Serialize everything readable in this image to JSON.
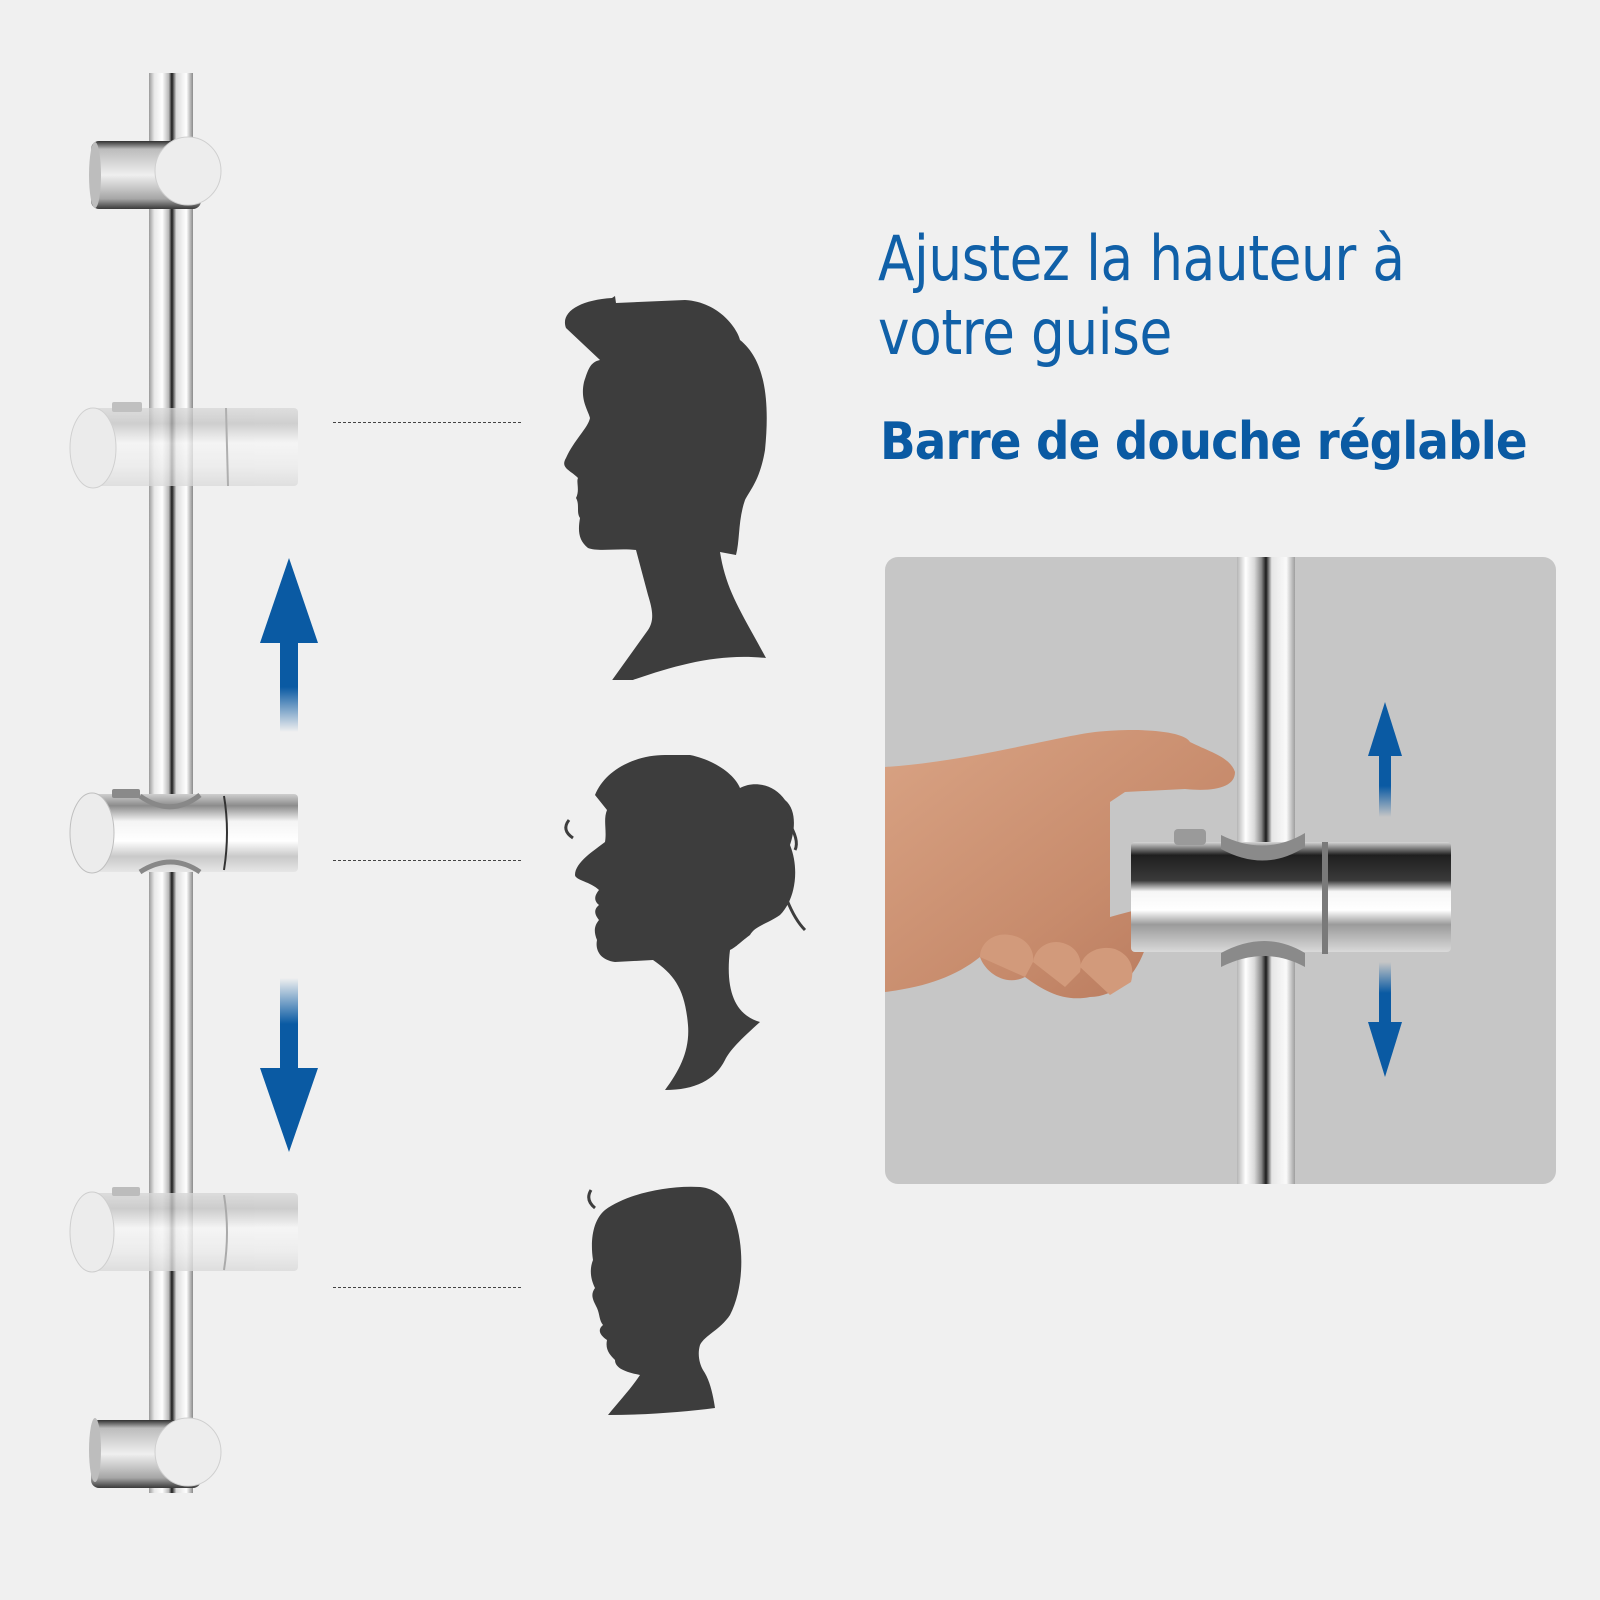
{
  "headline": {
    "line1": "Ajustez la hauteur à",
    "line2": "votre guise"
  },
  "subheadline": "Barre de douche réglable",
  "colors": {
    "background": "#f0f0f0",
    "accent_blue": "#0a5aa3",
    "silhouette": "#3d3d3d",
    "panel": "#c6c6c6"
  },
  "illustration": {
    "shower_bar": "shower-rail-with-3-adjustable-holders",
    "arrows": [
      "arrow-up-icon",
      "arrow-down-icon"
    ],
    "silhouettes": [
      "adult-man",
      "adult-woman",
      "child"
    ],
    "height_markers": 3
  },
  "detail_panel": {
    "content": "hand-adjusting-slider-on-rail",
    "arrows": [
      "arrow-up-icon",
      "arrow-down-icon"
    ]
  }
}
